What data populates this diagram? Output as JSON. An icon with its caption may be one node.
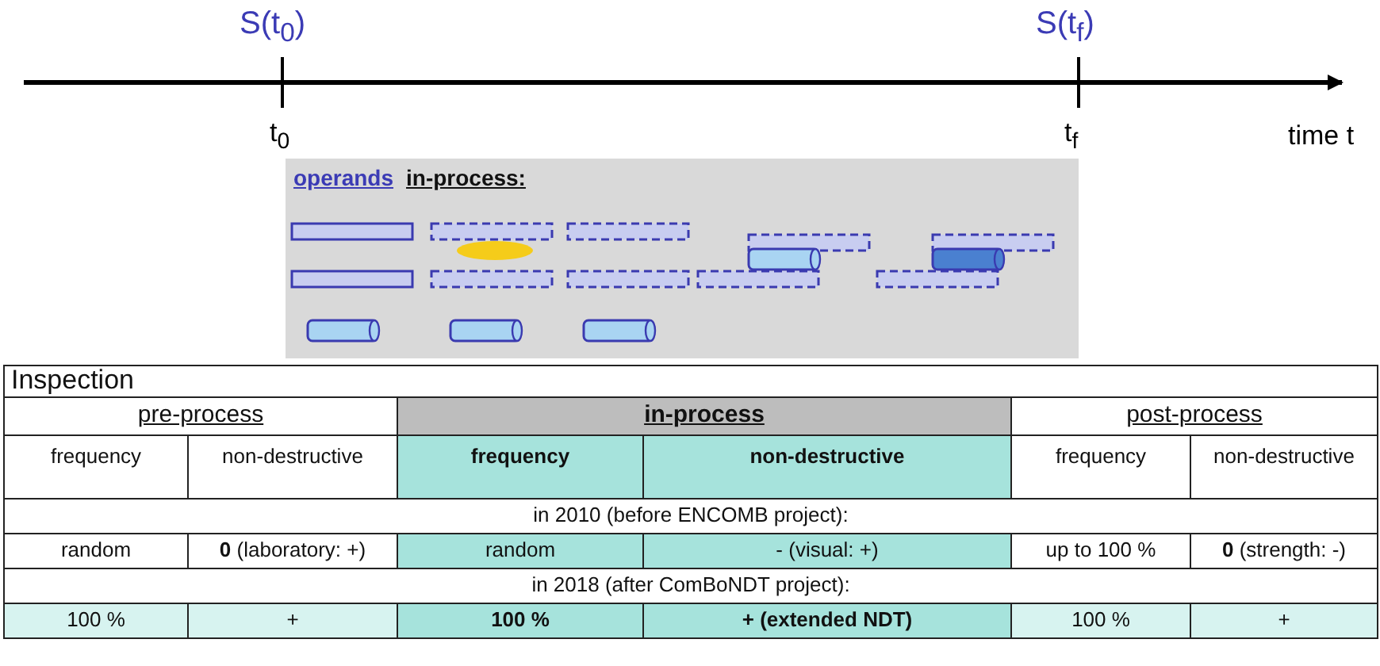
{
  "diagram": {
    "labels": [
      "S(t$_{0}$)",
      "S(t$_{f}$)",
      "t$_{0}$",
      "t$_{f}$",
      "time t",
      "operands",
      "in-process:",
      "Inspection",
      "pre-process",
      "in-process",
      "post-process",
      "frequency",
      "non-destructive",
      "frequency",
      "non-destructive",
      "frequency",
      "non-destructive",
      "in 2010 (before ENCOMB project):",
      "random",
      "**0** (laboratory: +)",
      "random",
      "- (visual: +)",
      "up to 100 %",
      "**0** (strength: -)",
      "in 2018 (after ComBoNDT project):",
      "100 %",
      "+",
      "100 %",
      "+ (extended NDT)",
      "100 %",
      "+"
    ]
  }
}
